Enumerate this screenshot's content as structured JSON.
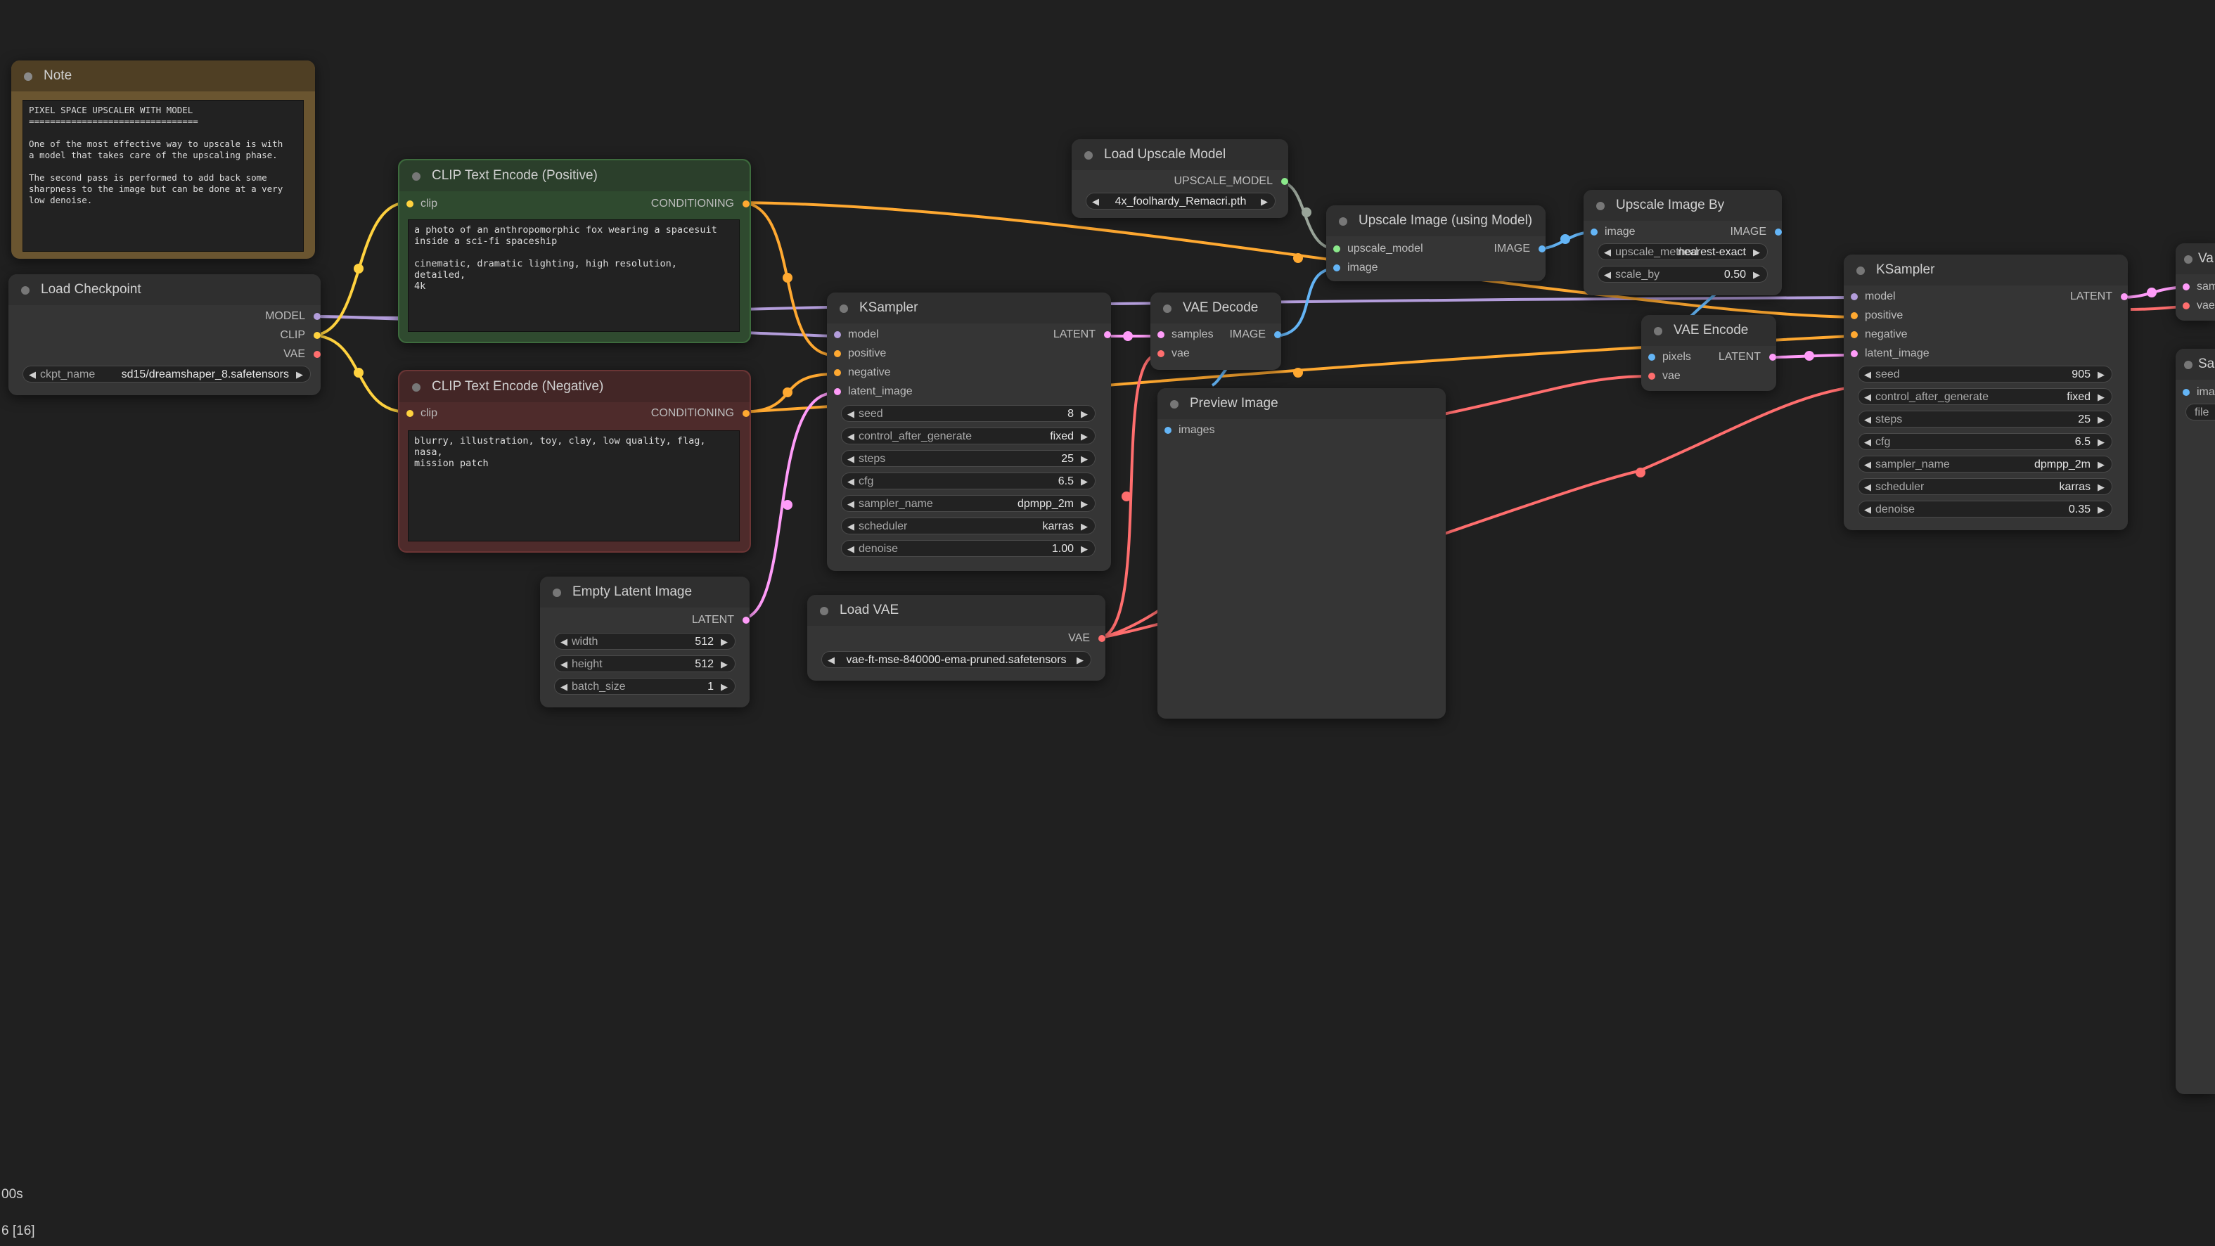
{
  "note": {
    "title": "Note",
    "text": "PIXEL SPACE UPSCALER WITH MODEL\n================================\n\nOne of the most effective way to upscale is with\na model that takes care of the upscaling phase.\n\nThe second pass is performed to add back some\nsharpness to the image but can be done at a very\nlow denoise."
  },
  "load_checkpoint": {
    "title": "Load Checkpoint",
    "outputs": [
      "MODEL",
      "CLIP",
      "VAE"
    ],
    "ckpt_label": "ckpt_name",
    "ckpt_value": "sd15/dreamshaper_8.safetensors"
  },
  "clip_pos": {
    "title": "CLIP Text Encode (Positive)",
    "input": "clip",
    "output": "CONDITIONING",
    "text": "a photo of an anthropomorphic fox wearing a spacesuit\ninside a sci-fi spaceship\n\ncinematic, dramatic lighting, high resolution, detailed,\n4k"
  },
  "clip_neg": {
    "title": "CLIP Text Encode (Negative)",
    "input": "clip",
    "output": "CONDITIONING",
    "text": "blurry, illustration, toy, clay, low quality, flag, nasa,\nmission patch"
  },
  "empty_latent": {
    "title": "Empty Latent Image",
    "output": "LATENT",
    "width_label": "width",
    "width_value": "512",
    "height_label": "height",
    "height_value": "512",
    "batch_label": "batch_size",
    "batch_value": "1"
  },
  "ksampler1": {
    "title": "KSampler",
    "inputs": [
      "model",
      "positive",
      "negative",
      "latent_image"
    ],
    "output": "LATENT",
    "widgets": [
      {
        "label": "seed",
        "value": "8"
      },
      {
        "label": "control_after_generate",
        "value": "fixed"
      },
      {
        "label": "steps",
        "value": "25"
      },
      {
        "label": "cfg",
        "value": "6.5"
      },
      {
        "label": "sampler_name",
        "value": "dpmpp_2m"
      },
      {
        "label": "scheduler",
        "value": "karras"
      },
      {
        "label": "denoise",
        "value": "1.00"
      }
    ]
  },
  "load_vae": {
    "title": "Load VAE",
    "output": "VAE",
    "vae_value": "vae-ft-mse-840000-ema-pruned.safetensors"
  },
  "vae_decode": {
    "title": "VAE Decode",
    "inputs": [
      "samples",
      "vae"
    ],
    "output": "IMAGE"
  },
  "preview": {
    "title": "Preview Image",
    "input": "images"
  },
  "load_upscale": {
    "title": "Load Upscale Model",
    "output": "UPSCALE_MODEL",
    "model_value": "4x_foolhardy_Remacri.pth"
  },
  "upscale_model": {
    "title": "Upscale Image (using Model)",
    "inputs": [
      "upscale_model",
      "image"
    ],
    "output": "IMAGE"
  },
  "upscale_by": {
    "title": "Upscale Image By",
    "input": "image",
    "output": "IMAGE",
    "method_label": "upscale_method",
    "method_value": "nearest-exact",
    "scale_label": "scale_by",
    "scale_value": "0.50"
  },
  "vae_encode": {
    "title": "VAE Encode",
    "inputs": [
      "pixels",
      "vae"
    ],
    "output": "LATENT"
  },
  "ksampler2": {
    "title": "KSampler",
    "inputs": [
      "model",
      "positive",
      "negative",
      "latent_image"
    ],
    "output": "LATENT",
    "widgets": [
      {
        "label": "seed",
        "value": "905"
      },
      {
        "label": "control_after_generate",
        "value": "fixed"
      },
      {
        "label": "steps",
        "value": "25"
      },
      {
        "label": "cfg",
        "value": "6.5"
      },
      {
        "label": "sampler_name",
        "value": "dpmpp_2m"
      },
      {
        "label": "scheduler",
        "value": "karras"
      },
      {
        "label": "denoise",
        "value": "0.35"
      }
    ]
  },
  "vae_decode2": {
    "title": "VAE Decode",
    "inputs": [
      "samples",
      "vae"
    ]
  },
  "save_image": {
    "title": "Save Image",
    "input": "images",
    "widget": "filename_prefix"
  },
  "status": {
    "time": "00s",
    "queue": "6 [16]"
  },
  "colors": {
    "background": "#202020",
    "node": "#353535",
    "clip": "#ffd23f",
    "conditioning": "#ffa931",
    "model": "#b39ddb",
    "latent": "#ff9cf9",
    "vae": "#ff6e6e",
    "image": "#64b5f6",
    "upscale_model": "#8be98b",
    "positive_node": "#2f4a2f",
    "negative_node": "#4e2b2b",
    "note_node": "#5a4a2a"
  }
}
